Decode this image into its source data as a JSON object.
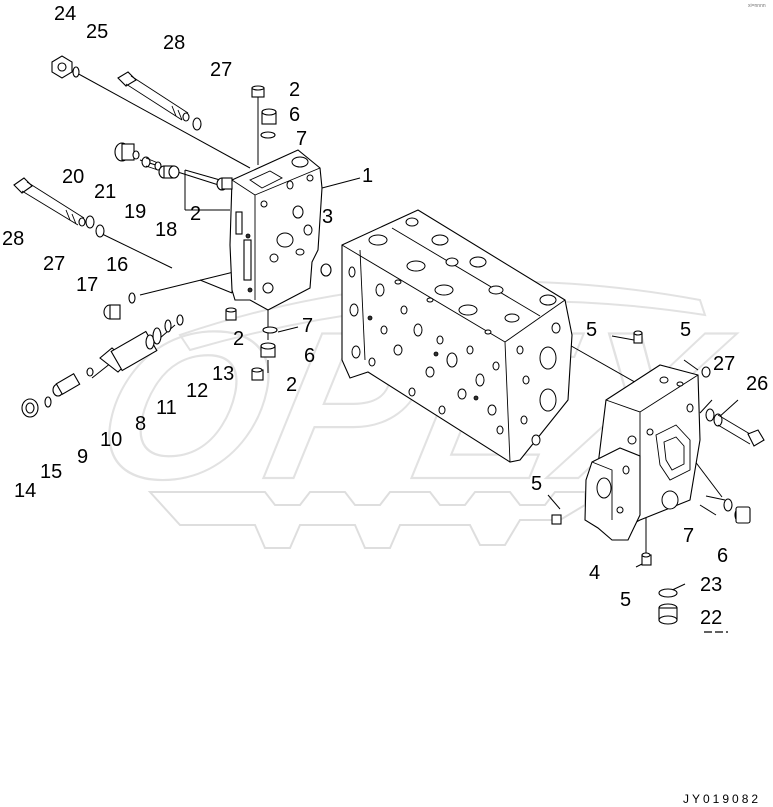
{
  "diagram": {
    "watermark_logo": "OPEX",
    "corner_mark": "xi=nnnn",
    "drawing_code": "JY019082",
    "callouts": {
      "c24": "24",
      "c25": "25",
      "c28a": "28",
      "c27a": "27",
      "c2a": "2",
      "c6a": "6",
      "c7a": "7",
      "c1": "1",
      "c20": "20",
      "c21": "21",
      "c19": "19",
      "c18": "18",
      "c2b": "2",
      "c3": "3",
      "c28b": "28",
      "c27b": "27",
      "c17": "17",
      "c16": "16",
      "c2c": "2",
      "c7b": "7",
      "c6b": "6",
      "c2d": "2",
      "c13": "13",
      "c12": "12",
      "c11": "11",
      "c8": "8",
      "c10": "10",
      "c9": "9",
      "c15": "15",
      "c14": "14",
      "c5a": "5",
      "c5b": "5",
      "c27c": "27",
      "c26": "26",
      "c5c": "5",
      "c7c": "7",
      "c6c": "6",
      "c4": "4",
      "c5d": "5",
      "c23": "23",
      "c22": "22"
    }
  }
}
